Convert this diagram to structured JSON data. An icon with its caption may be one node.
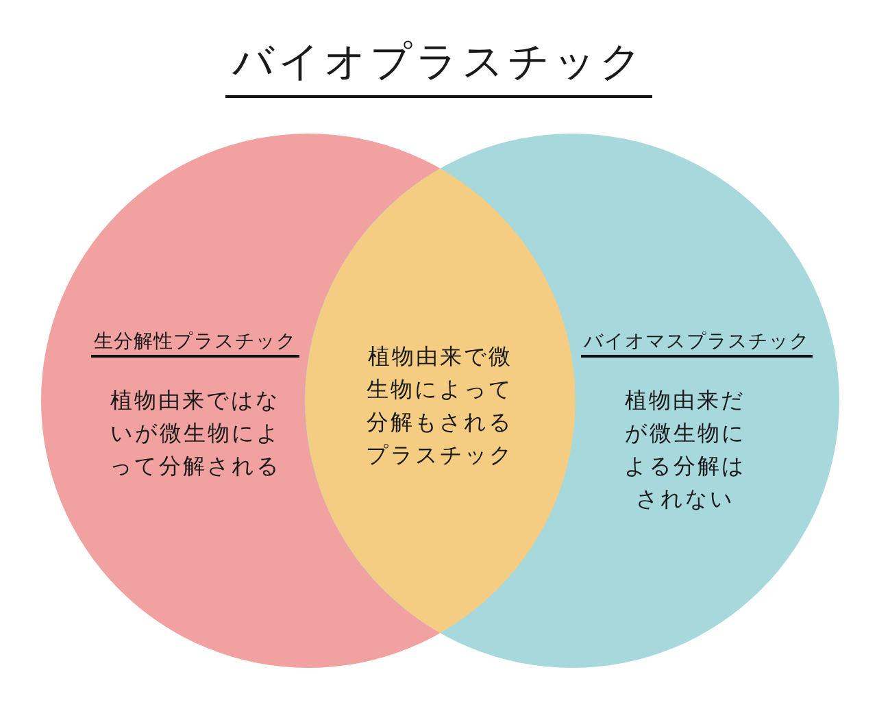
{
  "diagram": {
    "title": "バイオプラスチック",
    "nodes": [
      {
        "text": [
          "生分解性プラスチック",
          "植物由来ではないが微生物によって分解される"
        ]
      },
      {
        "text": [
          "バイオマスプラスチック",
          "植物由来だが微生物による分解はされない"
        ]
      },
      {
        "text": [
          "植物由来で微生物によって分解もされるプラスチック"
        ]
      }
    ],
    "edges": []
  }
}
